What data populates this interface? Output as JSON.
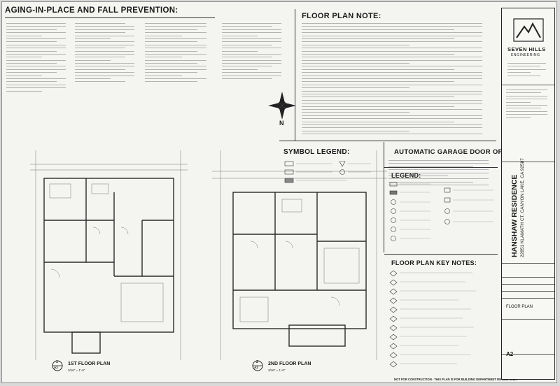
{
  "sheet": {
    "aging_title": "AGING-IN-PLACE AND FALL PREVENTION:",
    "floor_plan_note_title": "FLOOR PLAN NOTE:",
    "symbol_legend_title": "SYMBOL LEGEND:",
    "garage_door_title": "AUTOMATIC GARAGE DOOR OPENERS",
    "legend_title": "LEGEND:",
    "key_notes_title": "FLOOR PLAN KEY NOTES:",
    "north": "N",
    "footer": "NOT FOR CONSTRUCTION - THIS PLAN IS FOR BUILDING DEPARTMENT REVIEW ONLY"
  },
  "plans": [
    {
      "label": "1ST FLOOR PLAN",
      "scale": "3/16\" = 1'-0\"",
      "tag_num": "1",
      "tag_sheet": "A2"
    },
    {
      "label": "2ND FLOOR PLAN",
      "scale": "3/16\" = 1'-0\"",
      "tag_num": "2",
      "tag_sheet": "A2"
    }
  ],
  "title_block": {
    "firm_line1": "SEVEN HILLS",
    "firm_line2": "ENGINEERING",
    "project_name": "HANSHAW RESIDENCE",
    "project_address": "22851 KLAMATH CT, CANYON LAKE, CA 92587",
    "sheet_title": "FLOOR PLAN",
    "sheet_number": "A2"
  },
  "icons": {
    "firm_logo": "mountain-logo",
    "north_arrow": "compass-star-icon"
  },
  "colors": {
    "paper": "#f4f4f1",
    "ink": "#1a1a1a"
  }
}
